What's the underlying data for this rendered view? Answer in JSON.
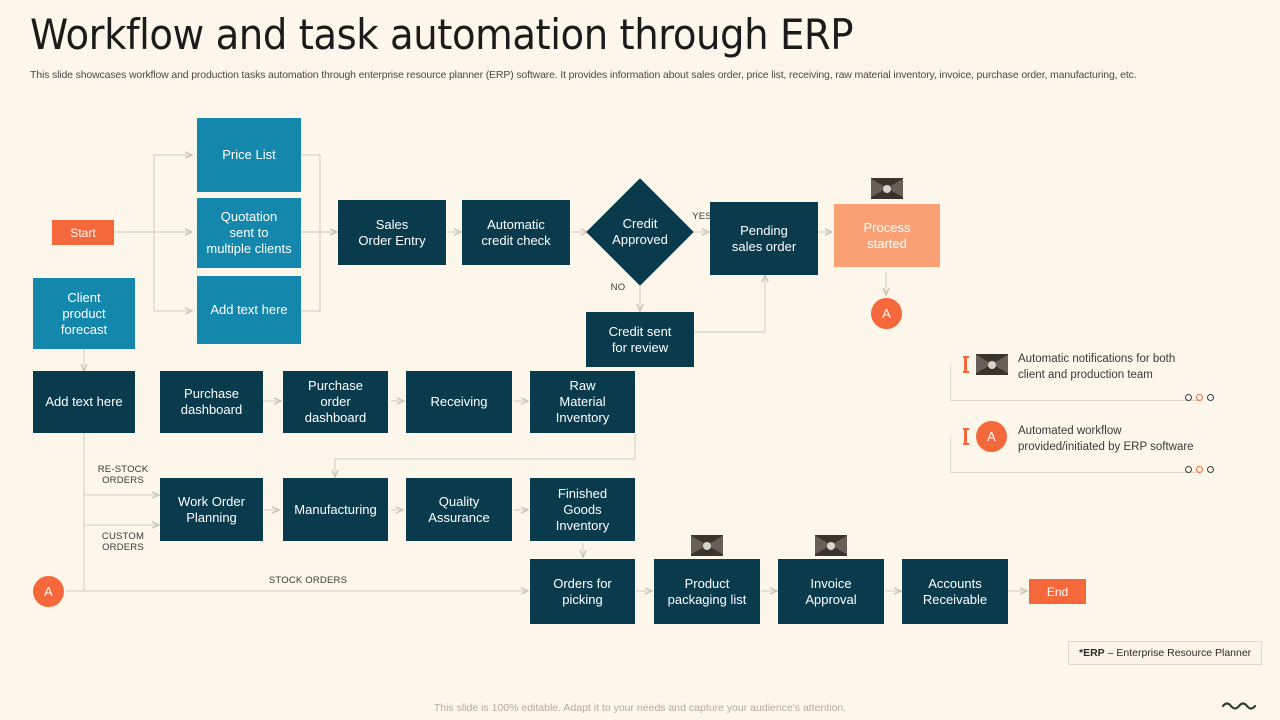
{
  "header": {
    "title": "Workflow and task automation through ERP",
    "subtitle": "This slide showcases workflow and production tasks automation through enterprise resource planner (ERP) software. It provides information about sales order, price list, receiving, raw material inventory, invoice, purchase order, manufacturing, etc."
  },
  "colors": {
    "background": "#FDF6EA",
    "navy": "#0A3B4D",
    "blue": "#1487AC",
    "orange": "#F4683C",
    "peach": "#F9A175",
    "connector": "#DCD2C4",
    "envelope": "#3A332E"
  },
  "nodes": {
    "start": "Start",
    "client_product_forecast": "Client\nproduct forecast",
    "price_list": "Price List",
    "quotation": "Quotation\nsent to\nmultiple clients",
    "add_text_here_top": "Add text here",
    "sales_order_entry": "Sales\nOrder Entry",
    "automatic_credit_check": "Automatic\ncredit check",
    "credit_approved": "Credit\nApproved",
    "credit_sent_for_review": "Credit sent\nfor review",
    "pending_sales_order": "Pending\nsales order",
    "process_started": "Process\nstarted",
    "add_text_here_left": "Add text here",
    "purchase_dashboard": "Purchase\ndashboard",
    "purchase_order_dashboard": "Purchase\norder\ndashboard",
    "receiving": "Receiving",
    "raw_material_inventory": "Raw\nMaterial\nInventory",
    "work_order_planning": "Work Order\nPlanning",
    "manufacturing": "Manufacturing",
    "quality_assurance": "Quality\nAssurance",
    "finished_goods_inventory": "Finished\nGoods\nInventory",
    "orders_for_picking": "Orders for\npicking",
    "product_packaging_list": "Product\npackaging list",
    "invoice_approval": "Invoice\nApproval",
    "accounts_receivable": "Accounts\nReceivable",
    "end": "End",
    "connector_a": "A"
  },
  "edge_labels": {
    "yes": "YES",
    "no": "NO",
    "restock_orders": "RE-STOCK\nORDERS",
    "custom_orders": "CUSTOM\nORDERS",
    "stock_orders": "STOCK ORDERS"
  },
  "legend": [
    {
      "icon": "envelope-icon",
      "text": "Automatic notifications for both\nclient and production  team"
    },
    {
      "icon": "circle-a-icon",
      "badge": "A",
      "text": "Automated workflow\nprovided/initiated   by ERP software"
    }
  ],
  "footnote": {
    "abbr": "*ERP",
    "text": " – Enterprise Resource Planner"
  },
  "footer": "This slide is 100% editable.  Adapt it to your needs and capture your audience's attention."
}
